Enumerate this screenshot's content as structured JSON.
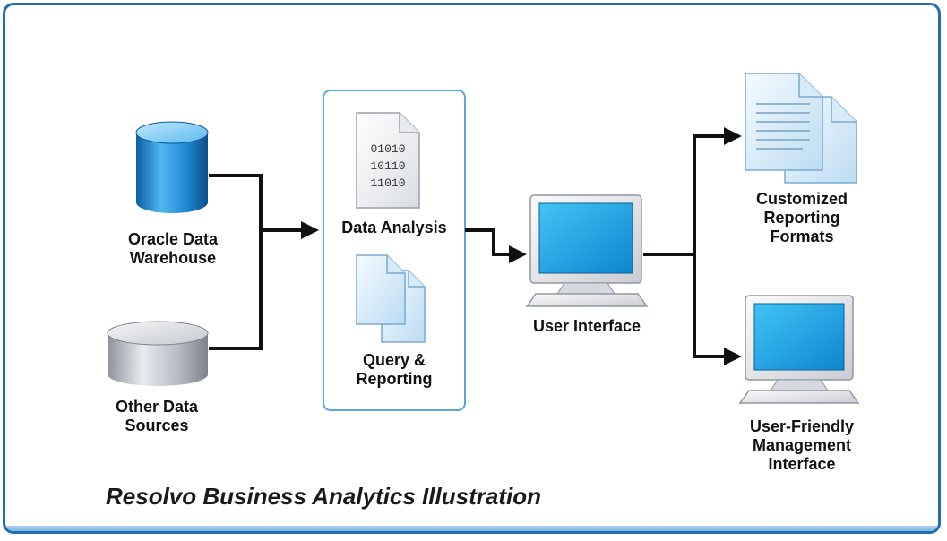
{
  "title": "Resolvo Business Analytics Illustration",
  "sources": {
    "oracle": [
      "Oracle Data",
      "Warehouse"
    ],
    "other": [
      "Other Data",
      "Sources"
    ]
  },
  "analytics_box": {
    "data_analysis": "Data Analysis",
    "binary": [
      "01010",
      "10110",
      "11010"
    ],
    "query": [
      "Query &",
      "Reporting"
    ]
  },
  "user_interface": "User Interface",
  "outputs": {
    "reporting": [
      "Customized",
      "Reporting",
      "Formats"
    ],
    "management": [
      "User-Friendly",
      "Management",
      "Interface"
    ]
  },
  "colors": {
    "frame": "#1f6fb0",
    "database_blue": "#1e88d0",
    "database_gray": "#b8bcc4",
    "screen": "#1aa7e8",
    "arrow": "#111111"
  },
  "icons": [
    "database-icon",
    "document-icon",
    "documents-icon",
    "monitor-icon"
  ]
}
